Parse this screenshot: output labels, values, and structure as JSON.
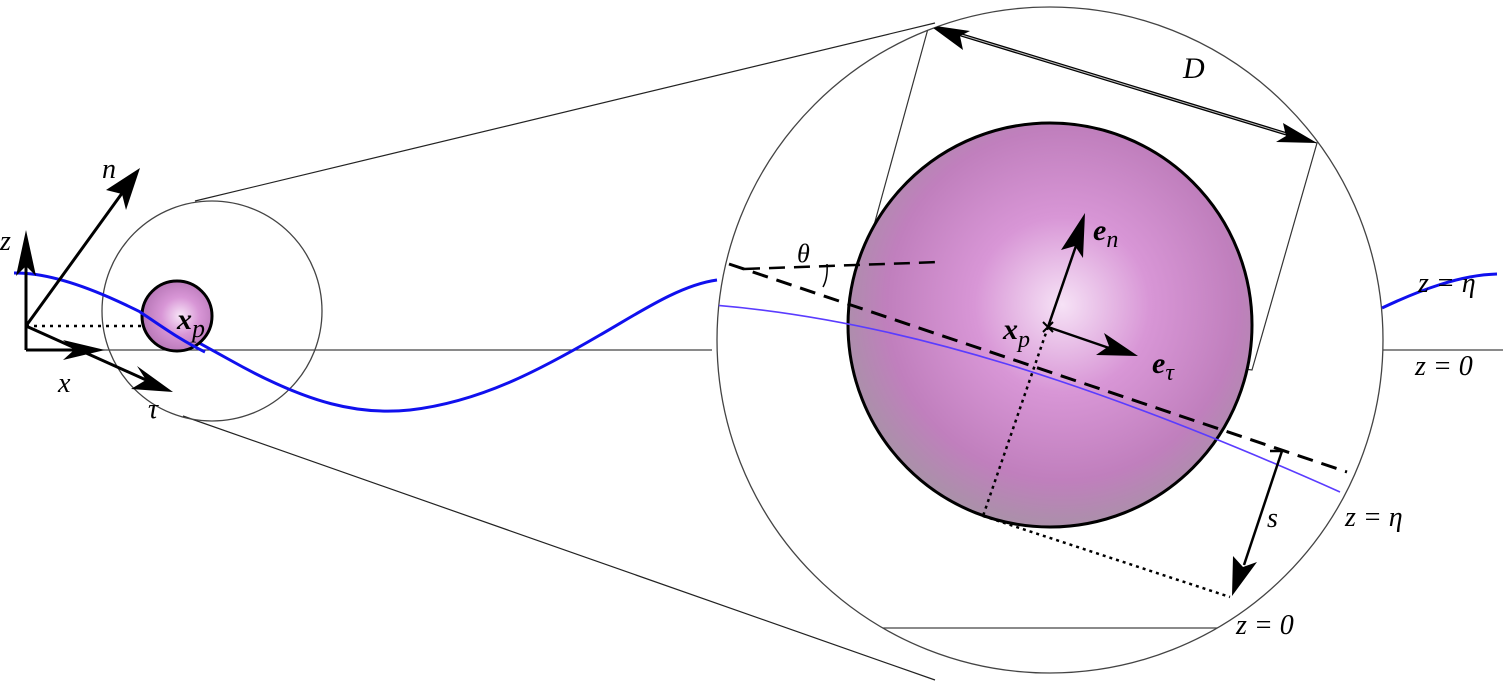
{
  "diagram": {
    "description": "Particle near a wavy free surface with zoomed-in inset showing local frame",
    "colors": {
      "wave": "#1010ee",
      "inset_wave": "#5a3cff",
      "sphere_light": "#f2d6f2",
      "sphere_mid": "#cf86cc",
      "sphere_dark": "#a0909a",
      "outline": "#000000",
      "thin_line": "#444444"
    },
    "labels": {
      "global_z": "z",
      "global_x": "x",
      "local_n": "n",
      "local_tau": "τ",
      "particle_pos_base": "x",
      "particle_pos_sub": "p",
      "diameter": "D",
      "angle": "θ",
      "unit_normal_base": "e",
      "unit_normal_sub": "n",
      "unit_tangent_base": "e",
      "unit_tangent_sub": "τ",
      "distance": "s",
      "surface_right_top": "z = η",
      "still_right": "z = 0",
      "inset_surface": "z = η",
      "inset_still": "z = 0"
    }
  }
}
